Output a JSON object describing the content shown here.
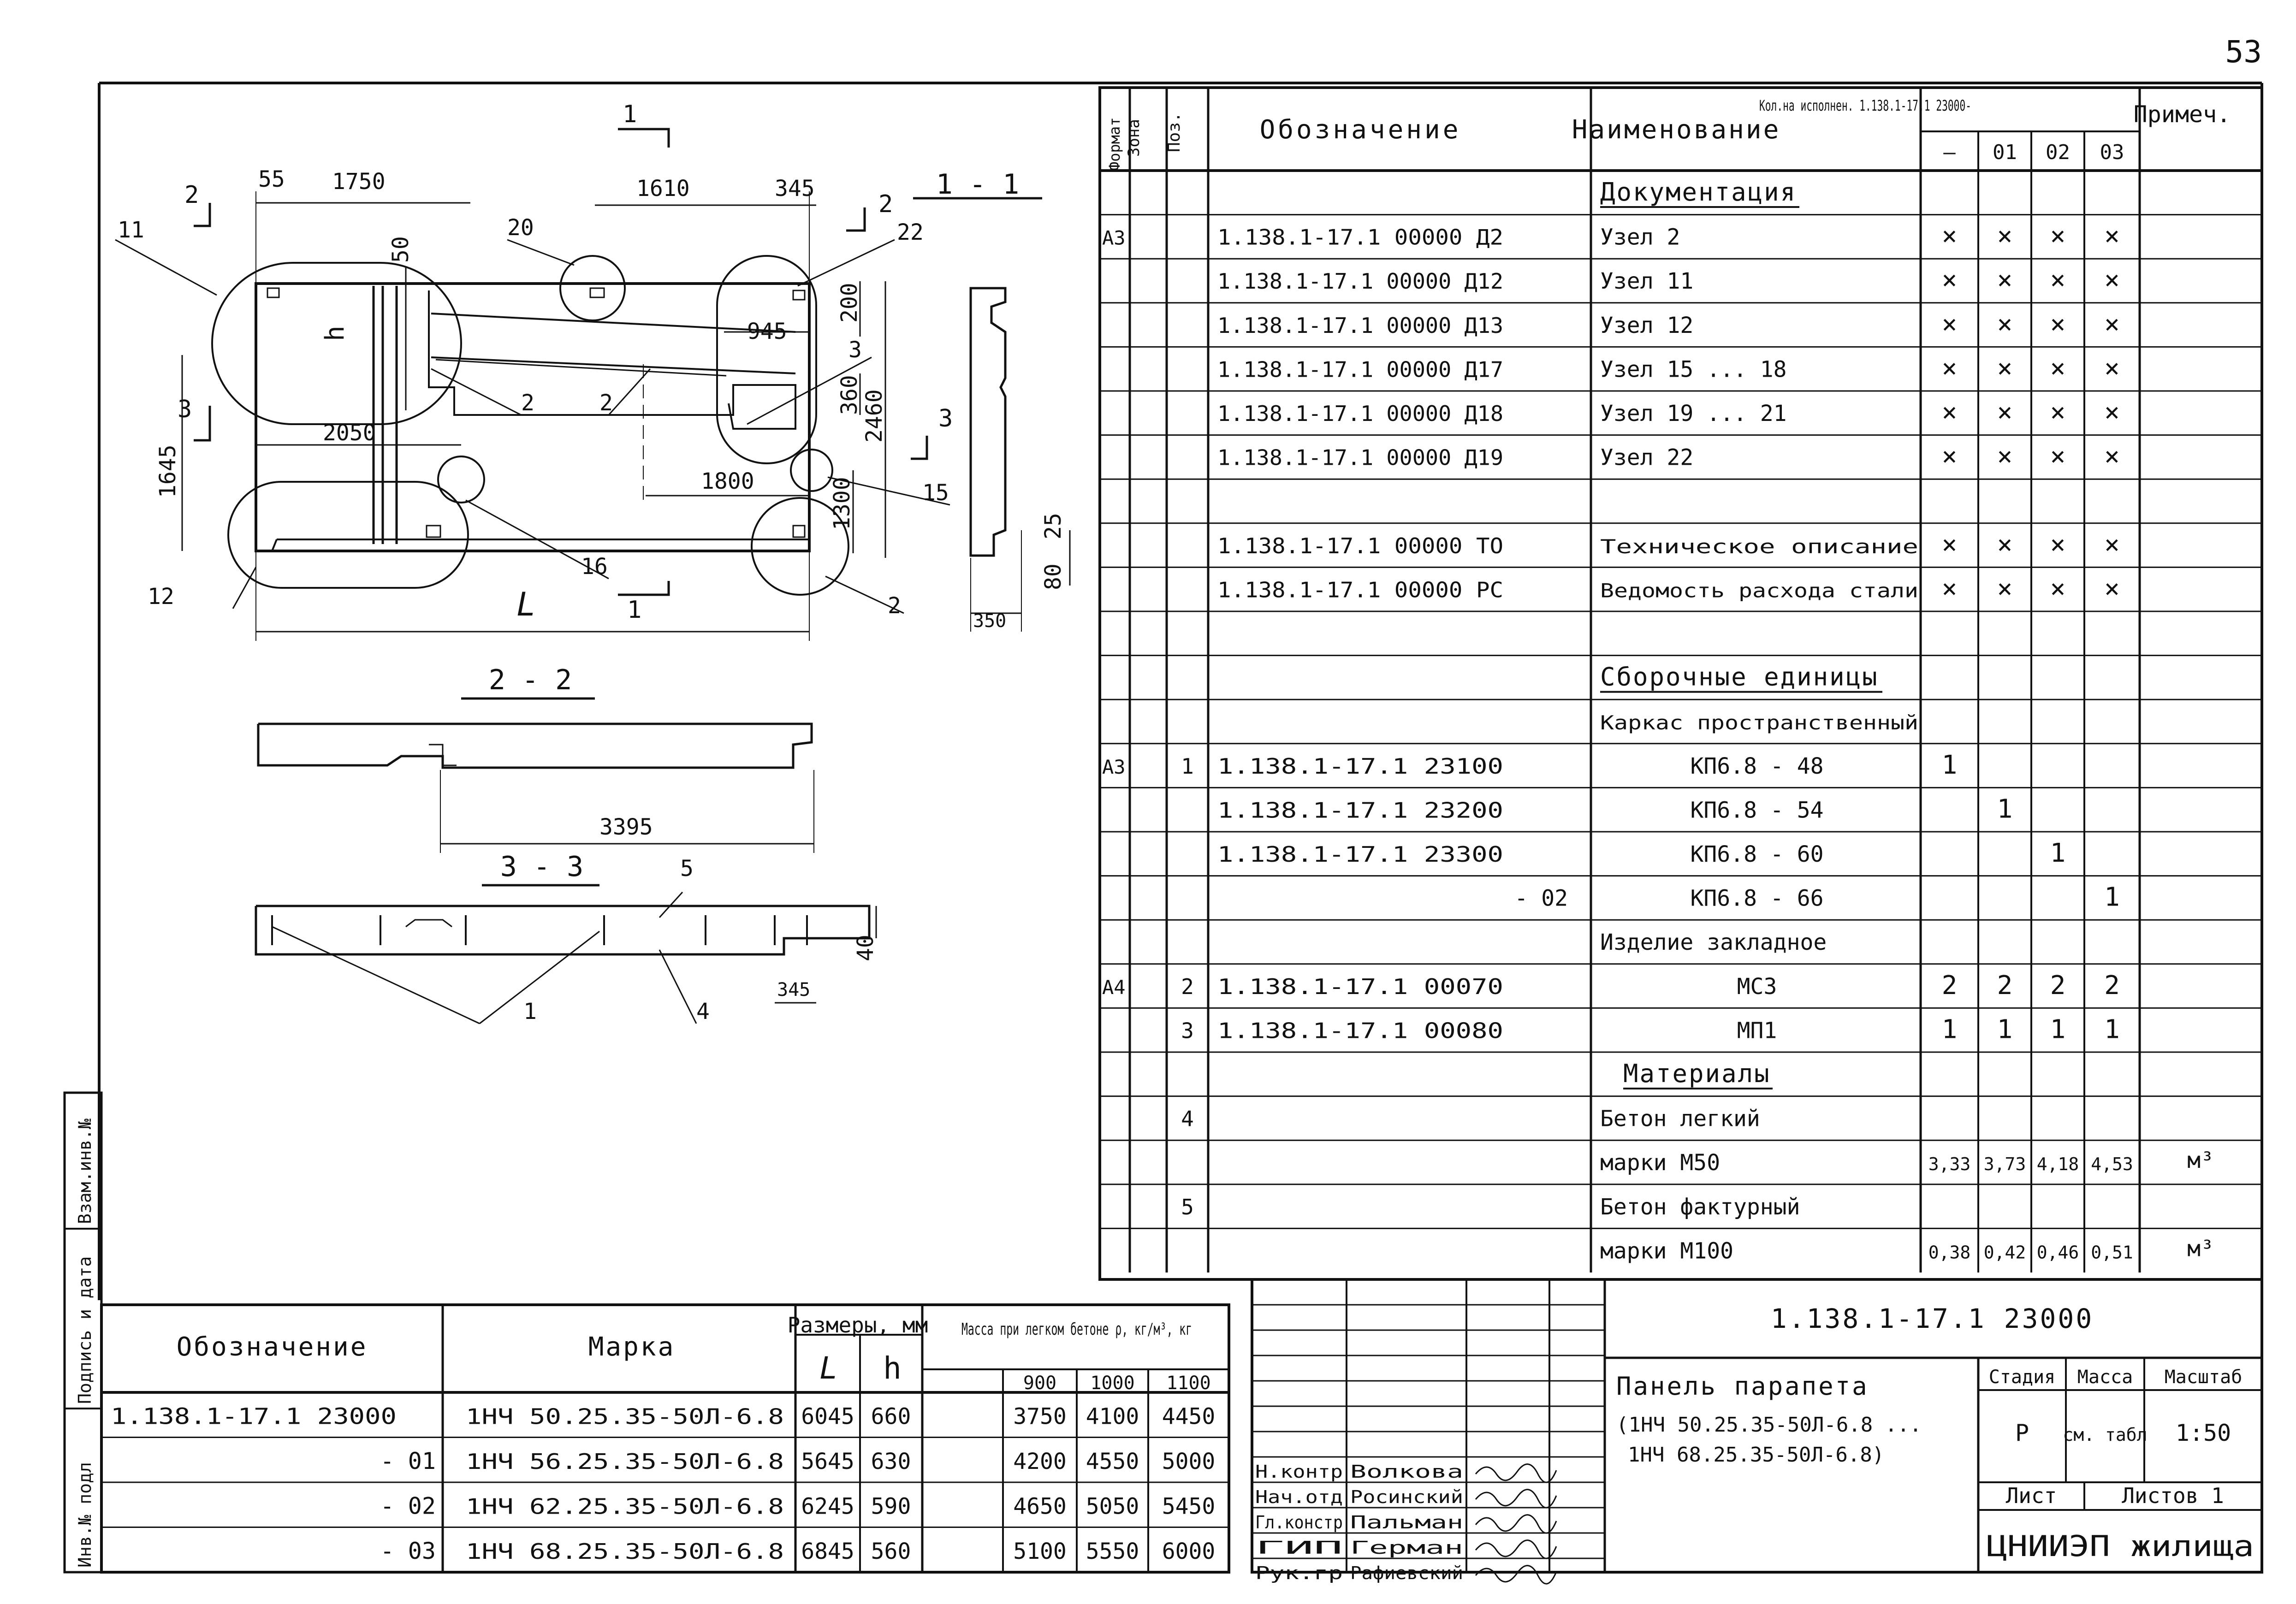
{
  "page_number": "53",
  "drawing": {
    "section_1_1": "1 - 1",
    "section_2_2": "2 - 2",
    "section_3_3": "3 - 3",
    "cut_labels": [
      "1",
      "1",
      "2",
      "2",
      "3",
      "3"
    ],
    "dims": {
      "d55": "55",
      "d1750": "1750",
      "d1610": "1610",
      "d345a": "345",
      "d50": "50",
      "dh": "h",
      "d945": "945",
      "d200": "200",
      "d2050": "2050",
      "d1645": "1645",
      "d360": "360",
      "d2460": "2460",
      "d1800": "1800",
      "d1300": "1300",
      "dL": "L",
      "d25": "25",
      "d80": "80",
      "d350": "350",
      "d3395": "3395",
      "d40": "40",
      "d345b": "345"
    },
    "callouts": {
      "c11": "11",
      "c20": "20",
      "c22": "22",
      "c2a": "2",
      "c2b": "2",
      "c3": "3",
      "c15": "15",
      "c16": "16",
      "c12": "12",
      "c2c": "2",
      "c5": "5",
      "c1": "1",
      "c4": "4"
    }
  },
  "spec": {
    "headers": {
      "format": "Формат",
      "zone": "Зона",
      "pos": "Поз.",
      "designation": "Обозначение",
      "name": "Наименование",
      "qty_title": "Кол.на исполнен. 1.138.1-17.1 23000-",
      "qty_cols": [
        "—",
        "01",
        "02",
        "03"
      ],
      "note": "Примеч."
    },
    "rows": [
      {
        "fmt": "",
        "pos": "",
        "des": "",
        "name": "Документация",
        "q": [
          "",
          "",
          "",
          ""
        ],
        "note": ""
      },
      {
        "fmt": "А3",
        "pos": "",
        "des": "1.138.1-17.1  00000 Д2",
        "name": "Узел 2",
        "q": [
          "×",
          "×",
          "×",
          "×"
        ],
        "note": ""
      },
      {
        "fmt": "",
        "pos": "",
        "des": "1.138.1-17.1  00000 Д12",
        "name": "Узел 11",
        "q": [
          "×",
          "×",
          "×",
          "×"
        ],
        "note": ""
      },
      {
        "fmt": "",
        "pos": "",
        "des": "1.138.1-17.1  00000 Д13",
        "name": "Узел 12",
        "q": [
          "×",
          "×",
          "×",
          "×"
        ],
        "note": ""
      },
      {
        "fmt": "",
        "pos": "",
        "des": "1.138.1-17.1  00000 Д17",
        "name": "Узел 15 ... 18",
        "q": [
          "×",
          "×",
          "×",
          "×"
        ],
        "note": ""
      },
      {
        "fmt": "",
        "pos": "",
        "des": "1.138.1-17.1  00000 Д18",
        "name": "Узел 19 ... 21",
        "q": [
          "×",
          "×",
          "×",
          "×"
        ],
        "note": ""
      },
      {
        "fmt": "",
        "pos": "",
        "des": "1.138.1-17.1  00000 Д19",
        "name": "Узел 22",
        "q": [
          "×",
          "×",
          "×",
          "×"
        ],
        "note": ""
      },
      {
        "fmt": "",
        "pos": "",
        "des": "",
        "name": "",
        "q": [
          "",
          "",
          "",
          ""
        ],
        "note": ""
      },
      {
        "fmt": "",
        "pos": "",
        "des": "1.138.1-17.1   00000 ТО",
        "name": "Техническое описание",
        "q": [
          "×",
          "×",
          "×",
          "×"
        ],
        "note": ""
      },
      {
        "fmt": "",
        "pos": "",
        "des": "1.138.1-17.1   00000 РС",
        "name": "Ведомость расхода стали",
        "q": [
          "×",
          "×",
          "×",
          "×"
        ],
        "note": ""
      },
      {
        "fmt": "",
        "pos": "",
        "des": "",
        "name": "",
        "q": [
          "",
          "",
          "",
          ""
        ],
        "note": ""
      },
      {
        "fmt": "",
        "pos": "",
        "des": "",
        "name": "Сборочные единицы",
        "q": [
          "",
          "",
          "",
          ""
        ],
        "note": ""
      },
      {
        "fmt": "",
        "pos": "",
        "des": "",
        "name": "Каркас пространственный",
        "q": [
          "",
          "",
          "",
          ""
        ],
        "note": ""
      },
      {
        "fmt": "А3",
        "pos": "1",
        "des": "1.138.1-17.1  23100",
        "name": "КП6.8 - 48",
        "q": [
          "1",
          "",
          "",
          ""
        ],
        "note": ""
      },
      {
        "fmt": "",
        "pos": "",
        "des": "1.138.1-17.1  23200",
        "name": "КП6.8 - 54",
        "q": [
          "",
          "1",
          "",
          ""
        ],
        "note": ""
      },
      {
        "fmt": "",
        "pos": "",
        "des": "1.138.1-17.1  23300",
        "name": "КП6.8 - 60",
        "q": [
          "",
          "",
          "1",
          ""
        ],
        "note": ""
      },
      {
        "fmt": "",
        "pos": "",
        "des": "- 02",
        "name": "КП6.8 - 66",
        "q": [
          "",
          "",
          "",
          "1"
        ],
        "note": ""
      },
      {
        "fmt": "",
        "pos": "",
        "des": "",
        "name": "Изделие закладное",
        "q": [
          "",
          "",
          "",
          ""
        ],
        "note": ""
      },
      {
        "fmt": "А4",
        "pos": "2",
        "des": "1.138.1-17.1  00070",
        "name": "МС3",
        "q": [
          "2",
          "2",
          "2",
          "2"
        ],
        "note": ""
      },
      {
        "fmt": "",
        "pos": "3",
        "des": "1.138.1-17.1  00080",
        "name": "МП1",
        "q": [
          "1",
          "1",
          "1",
          "1"
        ],
        "note": ""
      },
      {
        "fmt": "",
        "pos": "",
        "des": "",
        "name": "Материалы",
        "q": [
          "",
          "",
          "",
          ""
        ],
        "note": ""
      },
      {
        "fmt": "",
        "pos": "4",
        "des": "",
        "name": "Бетон легкий",
        "q": [
          "",
          "",
          "",
          ""
        ],
        "note": ""
      },
      {
        "fmt": "",
        "pos": "",
        "des": "",
        "name": "марки  М50",
        "q": [
          "3,33",
          "3,73",
          "4,18",
          "4,53"
        ],
        "note": "м³"
      },
      {
        "fmt": "",
        "pos": "5",
        "des": "",
        "name": "Бетон фактурный",
        "q": [
          "",
          "",
          "",
          ""
        ],
        "note": ""
      },
      {
        "fmt": "",
        "pos": "",
        "des": "",
        "name": "марки  М100",
        "q": [
          "0,38",
          "0,42",
          "0,46",
          "0,51"
        ],
        "note": "м³"
      }
    ]
  },
  "marks": {
    "headers": {
      "designation": "Обозначение",
      "mark": "Марка",
      "sizes": "Размеры, мм",
      "L": "L",
      "h": "h",
      "mass": "Масса при легком бетоне ρ, кг/м³, кг",
      "densities": [
        "900",
        "1000",
        "1100"
      ]
    },
    "rows": [
      {
        "des": "1.138.1-17.1  23000",
        "mark": "1НЧ 50.25.35-50Л-6.8",
        "L": "6045",
        "h": "660",
        "m": [
          "3750",
          "4100",
          "4450"
        ]
      },
      {
        "des": "- 01",
        "mark": "1НЧ 56.25.35-50Л-6.8",
        "L": "5645",
        "h": "630",
        "m": [
          "4200",
          "4550",
          "5000"
        ]
      },
      {
        "des": "- 02",
        "mark": "1НЧ 62.25.35-50Л-6.8",
        "L": "6245",
        "h": "590",
        "m": [
          "4650",
          "5050",
          "5450"
        ]
      },
      {
        "des": "- 03",
        "mark": "1НЧ 68.25.35-50Л-6.8",
        "L": "6845",
        "h": "560",
        "m": [
          "5100",
          "5550",
          "6000"
        ]
      }
    ]
  },
  "stamp": {
    "doc_code": "1.138.1-17.1  23000",
    "title_line1": "Панель парапета",
    "title_line2": "(1НЧ 50.25.35-50Л-6.8 ...",
    "title_line3": "1НЧ 68.25.35-50Л-6.8)",
    "stage_label": "Стадия",
    "mass_label": "Масса",
    "scale_label": "Масштаб",
    "stage": "Р",
    "mass": "см. табл",
    "scale": "1:50",
    "sheet_label": "Лист",
    "sheets_label": "Листов 1",
    "org": "ЦНИИЭП жилища",
    "people": [
      {
        "role": "Н.контр",
        "name": "Волкова"
      },
      {
        "role": "Нач.отд",
        "name": "Росинский"
      },
      {
        "role": "Гл.констр",
        "name": "Пальман"
      },
      {
        "role": "ГИП",
        "name": "Герман"
      },
      {
        "role": "Рук.гр",
        "name": "Рафиевский"
      }
    ]
  },
  "side_strip": [
    "Инв.№ подл",
    "Подпись и дата",
    "Взам.инв.№"
  ]
}
